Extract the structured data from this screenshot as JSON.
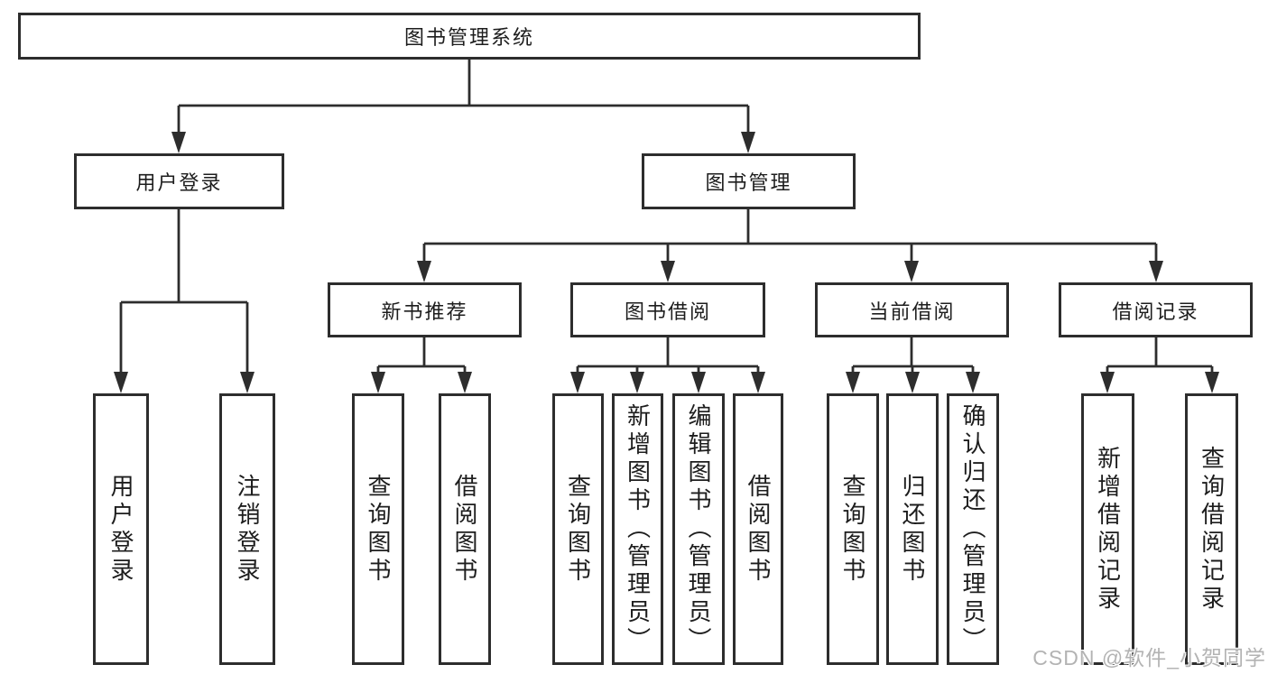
{
  "diagram": {
    "root": {
      "label": "图书管理系统"
    },
    "branches": [
      {
        "label": "用户登录",
        "children": [
          {
            "label": "用户登录"
          },
          {
            "label": "注销登录"
          }
        ]
      },
      {
        "label": "图书管理",
        "children": [
          {
            "label": "新书推荐",
            "children": [
              {
                "label": "查询图书"
              },
              {
                "label": "借阅图书"
              }
            ]
          },
          {
            "label": "图书借阅",
            "children": [
              {
                "label": "查询图书"
              },
              {
                "label": "新增图书（管理员）"
              },
              {
                "label": "编辑图书（管理员）"
              },
              {
                "label": "借阅图书"
              }
            ]
          },
          {
            "label": "当前借阅",
            "children": [
              {
                "label": "查询图书"
              },
              {
                "label": "归还图书"
              },
              {
                "label": "确认归还（管理员）"
              }
            ]
          },
          {
            "label": "借阅记录",
            "children": [
              {
                "label": "新增借阅记录"
              },
              {
                "label": "查询借阅记录"
              }
            ]
          }
        ]
      }
    ]
  },
  "watermark": "CSDN @软件_小贺同学",
  "colors": {
    "line": "#2d2d2d",
    "box_border": "#2d2d2d",
    "text": "#1d1d1d",
    "background": "#ffffff",
    "watermark": "#b3b3b3"
  }
}
